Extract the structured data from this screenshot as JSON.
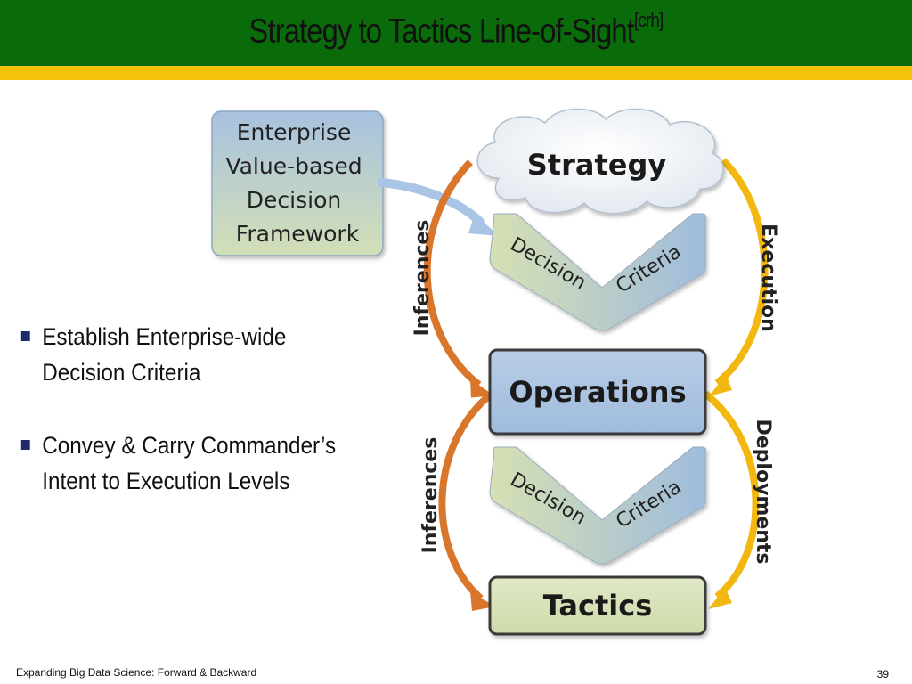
{
  "slide": {
    "title": "Strategy to Tactics Line-of-Sight",
    "title_superscript": "[crh]",
    "footer": "Expanding Big Data Science: Forward & Backward",
    "page_number": "39"
  },
  "bullets": [
    {
      "line1": "Establish Enterprise-wide",
      "line2": "Decision Criteria"
    },
    {
      "line1": "Convey & Carry Commander’s",
      "line2": "Intent to Execution Levels"
    }
  ],
  "diagram": {
    "framework_box": [
      "Enterprise",
      "Value-based",
      "Decision",
      "Framework"
    ],
    "strategy": "Strategy",
    "operations": "Operations",
    "tactics": "Tactics",
    "criteria_upper": {
      "left": "Decision",
      "right": "Criteria"
    },
    "criteria_lower": {
      "left": "Decision",
      "right": "Criteria"
    },
    "arrow_labels": {
      "inferences_upper": "Inferences",
      "execution": "Execution",
      "inferences_lower": "Inferences",
      "deployments": "Deployments"
    },
    "colors": {
      "header_green": "#0a6b0a",
      "header_stripe": "#f4c20d",
      "inference_arrow": "#d9762b",
      "execution_arrow": "#f2b80f",
      "connector_arrow": "#a9c4e4",
      "box_blue": "#a8c2df",
      "box_green": "#d3dfb6"
    }
  }
}
